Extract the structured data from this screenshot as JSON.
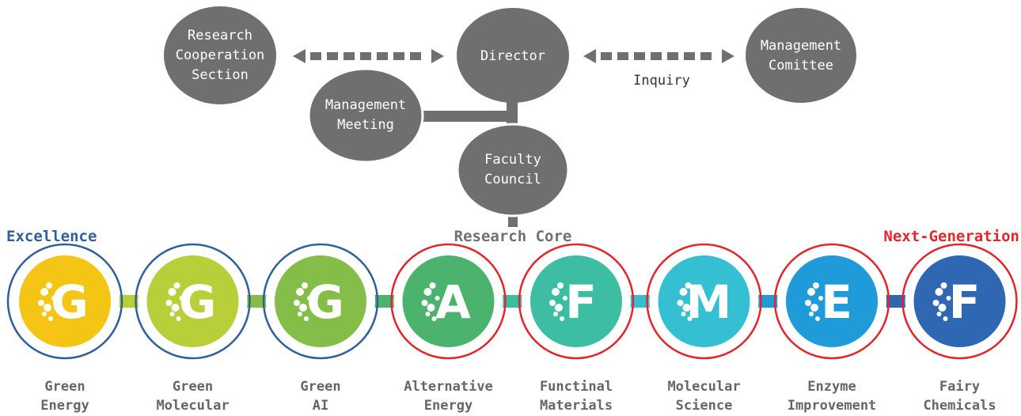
{
  "org": {
    "research_cooperation": [
      "Research",
      "Cooperation",
      "Section"
    ],
    "director": "Director",
    "management_committee": [
      "Management",
      "Comittee"
    ],
    "inquiry": "Inquiry",
    "management_meeting": [
      "Management",
      "Meeting"
    ],
    "faculty_council": [
      "Faculty",
      "Council"
    ]
  },
  "headings": {
    "excellence": "Excellence",
    "research_core": "Research Core",
    "next_generation": "Next-Generation"
  },
  "colors": {
    "node": "#6f6f6f",
    "excellence": "#2f6198",
    "next_generation": "#e1262c"
  },
  "units": [
    {
      "letter": "G",
      "lines": [
        "Green",
        "Energy"
      ],
      "color": "#f4c514",
      "ring": "#2f6198"
    },
    {
      "letter": "G",
      "lines": [
        "Green",
        "Molecular"
      ],
      "color": "#b9cf3a",
      "ring": "#2f6198"
    },
    {
      "letter": "G",
      "lines": [
        "Green",
        "AI"
      ],
      "color": "#84bd48",
      "ring": "#2f6198"
    },
    {
      "letter": "A",
      "lines": [
        "Alternative",
        "Energy"
      ],
      "color": "#4cb36e",
      "ring": "#e1262c"
    },
    {
      "letter": "F",
      "lines": [
        "Functinal",
        "Materials"
      ],
      "color": "#3dbea3",
      "ring": "#e1262c"
    },
    {
      "letter": "M",
      "lines": [
        "Molecular",
        "Science"
      ],
      "color": "#34bfd3",
      "ring": "#e1262c"
    },
    {
      "letter": "E",
      "lines": [
        "Enzyme",
        "Improvement"
      ],
      "color": "#1e9bd8",
      "ring": "#e1262c"
    },
    {
      "letter": "F",
      "lines": [
        "Fairy",
        "Chemicals"
      ],
      "color": "#2f67b2",
      "ring": "#e1262c"
    }
  ]
}
